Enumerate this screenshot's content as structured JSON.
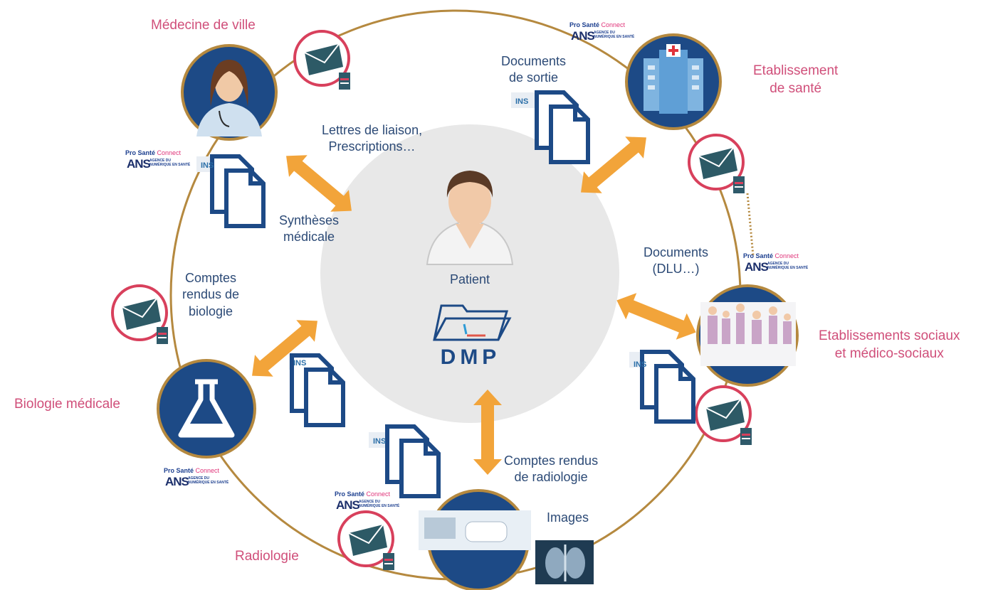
{
  "center": {
    "patient_label": "Patient",
    "logo_text": "DMP"
  },
  "nodes": {
    "medecine_ville": "Médecine de ville",
    "etablissement_sante_line1": "Etablissement",
    "etablissement_sante_line2": "de santé",
    "ess_line1": "Etablissements sociaux",
    "ess_line2": "et médico-sociaux",
    "biologie": "Biologie médicale",
    "radiologie": "Radiologie"
  },
  "flows": {
    "lettres_line1": "Lettres de liaison,",
    "lettres_line2": "Prescriptions…",
    "syntheses_line1": "Synthèses",
    "syntheses_line2": "médicale",
    "docs_sortie_line1": "Documents",
    "docs_sortie_line2": "de sortie",
    "docs_dlu_line1": "Documents",
    "docs_dlu_line2": "(DLU…)",
    "bio_line1": "Comptes",
    "bio_line2": "rendus de",
    "bio_line3": "biologie",
    "radio_line1": "Comptes rendus",
    "radio_line2": "de radiologie",
    "images": "Images"
  },
  "badges": {
    "ins": "INS",
    "psc_pro": "Pro Santé",
    "psc_connect": "Connect",
    "ans": "ANS",
    "ans_agency": "AGENCE DU NUMÉRIQUE EN SANTÉ"
  },
  "colors": {
    "navy": "#1d4a86",
    "ring": "#b5893f",
    "arrow": "#f2a43a",
    "pink": "#d04f7a",
    "envelope": "#2d5a66",
    "center": "#e8e8e8"
  }
}
